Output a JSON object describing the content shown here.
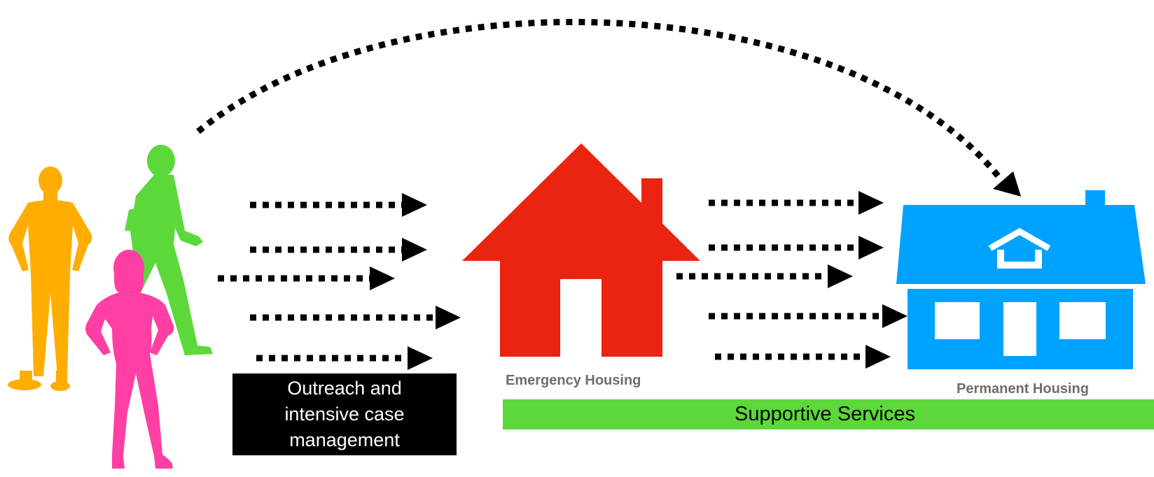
{
  "labels": {
    "outreach": "Outreach and intensive case management",
    "emergency_housing": "Emergency Housing",
    "permanent_housing": "Permanent Housing",
    "supportive_services": "Supportive Services"
  },
  "colors": {
    "person_orange": "#ffad00",
    "person_green": "#5cd83a",
    "person_pink": "#ff3fa4",
    "emergency_house": "#eb2411",
    "permanent_house": "#00a2ff",
    "supportive_bar": "#5cd83a",
    "arrows": "#000000"
  },
  "icons": [
    "person-standing-icon",
    "person-walking-icon",
    "person-woman-icon",
    "emergency-house-icon",
    "permanent-house-icon"
  ]
}
